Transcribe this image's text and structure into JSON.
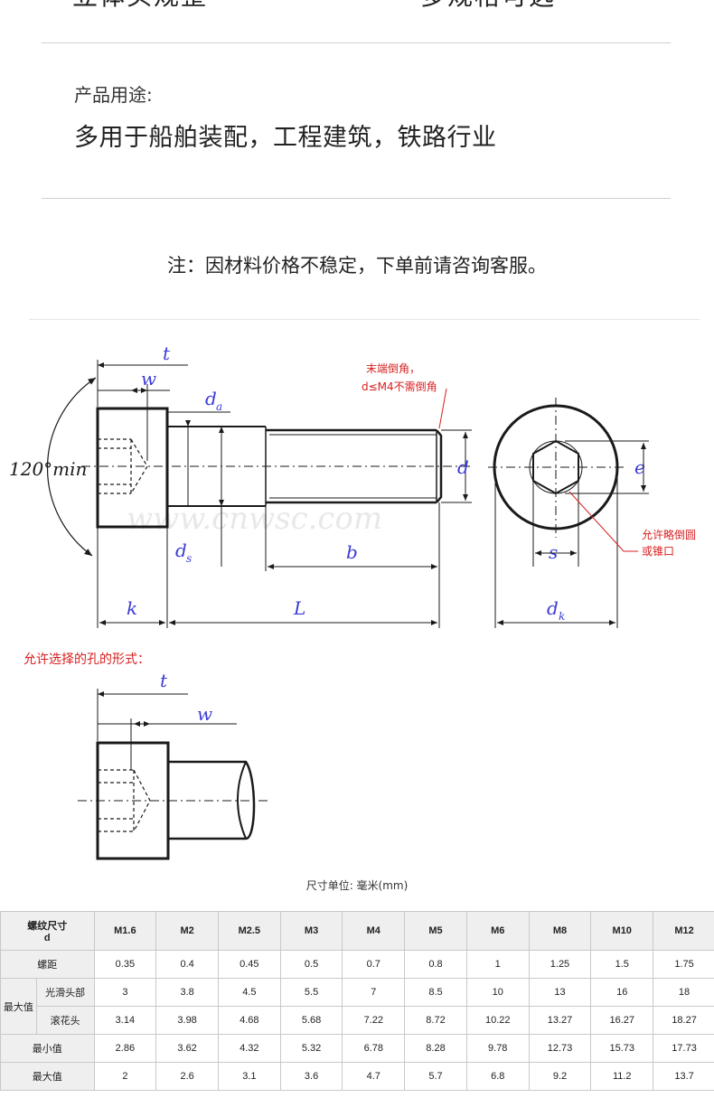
{
  "header_cut": {
    "left": "立体头规整",
    "right": "多规格可选"
  },
  "usage": {
    "label": "产品用途:",
    "text": "多用于船舶装配，工程建筑，铁路行业"
  },
  "note": "注：因材料价格不稳定，下单前请咨询客服。",
  "drawing": {
    "labels": {
      "t": "t",
      "w": "w",
      "da": "d",
      "da_sub": "a",
      "d": "d",
      "e": "e",
      "angle": "120°min",
      "ds": "d",
      "ds_sub": "s",
      "b": "b",
      "s": "s",
      "k": "k",
      "L": "L",
      "dk": "d",
      "dk_sub": "k",
      "watermark": "www.cnwsc.com"
    },
    "red_notes": {
      "end_chamfer_1": "末端倒角，",
      "end_chamfer_2": "d≤M4不需倒角",
      "allow_round_1": "允许略倒圆",
      "allow_round_2": "或锥口",
      "hole_forms": "允许选择的孔的形式："
    },
    "colors": {
      "ink": "#1a1a1a",
      "dim": "#3a3ad8",
      "red": "#d81e1e"
    }
  },
  "unit": "尺寸单位: 毫米(mm)",
  "table": {
    "corner": "螺纹尺寸",
    "corner_sub": "d",
    "sizes": [
      "M1.6",
      "M2",
      "M2.5",
      "M3",
      "M4",
      "M5",
      "M6",
      "M8",
      "M10",
      "M12"
    ],
    "rows": [
      {
        "label": "螺距",
        "values": [
          "0.35",
          "0.4",
          "0.45",
          "0.5",
          "0.7",
          "0.8",
          "1",
          "1.25",
          "1.5",
          "1.75"
        ]
      },
      {
        "group": "最大值",
        "label": "光滑头部",
        "values": [
          "3",
          "3.8",
          "4.5",
          "5.5",
          "7",
          "8.5",
          "10",
          "13",
          "16",
          "18"
        ]
      },
      {
        "label": "滚花头",
        "values": [
          "3.14",
          "3.98",
          "4.68",
          "5.68",
          "7.22",
          "8.72",
          "10.22",
          "13.27",
          "16.27",
          "18.27"
        ]
      },
      {
        "label": "最小值",
        "values": [
          "2.86",
          "3.62",
          "4.32",
          "5.32",
          "6.78",
          "8.28",
          "9.78",
          "12.73",
          "15.73",
          "17.73"
        ]
      },
      {
        "label": "最大值",
        "values": [
          "2",
          "2.6",
          "3.1",
          "3.6",
          "4.7",
          "5.7",
          "6.8",
          "9.2",
          "11.2",
          "13.7"
        ]
      }
    ]
  }
}
